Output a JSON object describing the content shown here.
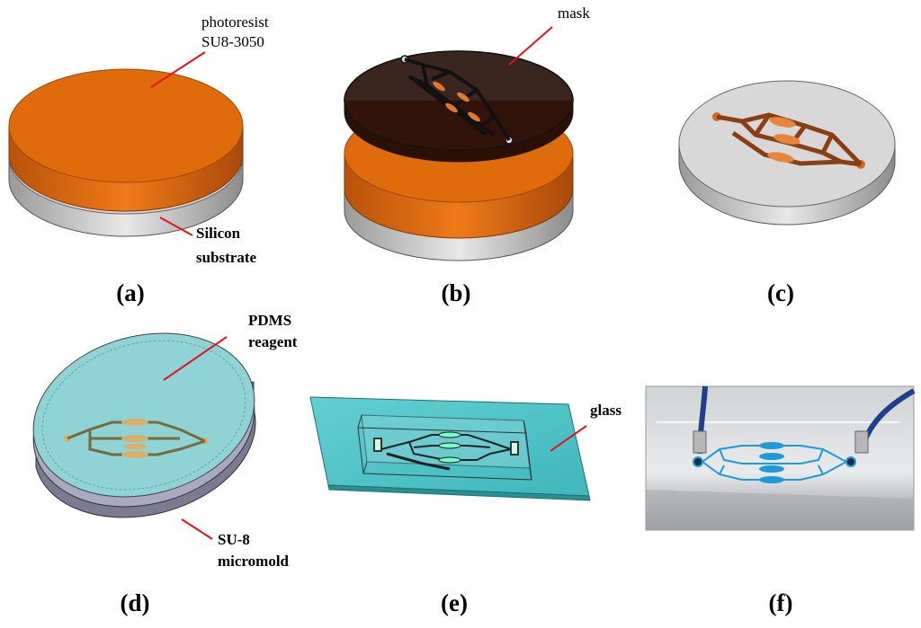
{
  "figure": {
    "panels": [
      {
        "id": "a",
        "label": "(a)",
        "annotations": [
          "photoresist",
          "SU8-3050",
          "Silicon",
          "substrate"
        ]
      },
      {
        "id": "b",
        "label": "(b)",
        "annotations": [
          "mask"
        ]
      },
      {
        "id": "c",
        "label": "(c)",
        "annotations": []
      },
      {
        "id": "d",
        "label": "(d)",
        "annotations": [
          "PDMS",
          "reagent",
          "SU-8",
          "micromold"
        ]
      },
      {
        "id": "e",
        "label": "(e)",
        "annotations": [
          "glass"
        ]
      },
      {
        "id": "f",
        "label": "(f)",
        "annotations": []
      }
    ]
  },
  "colors": {
    "photoresist": "#e06b0b",
    "silicon": "#c9c9c9",
    "mask_dark": "#2a0f05",
    "channel_brown": "#8a3f12",
    "pdms": "#8fd3d6",
    "glass": "#4ec3c6",
    "leader_line": "#e0141c",
    "photo_channel": "#1e9ad6"
  },
  "icons": [
    "substrate-disk",
    "photoresist-layer",
    "mask-layer",
    "microchannel-pattern",
    "pdms-disk",
    "glass-slide",
    "tubing"
  ]
}
